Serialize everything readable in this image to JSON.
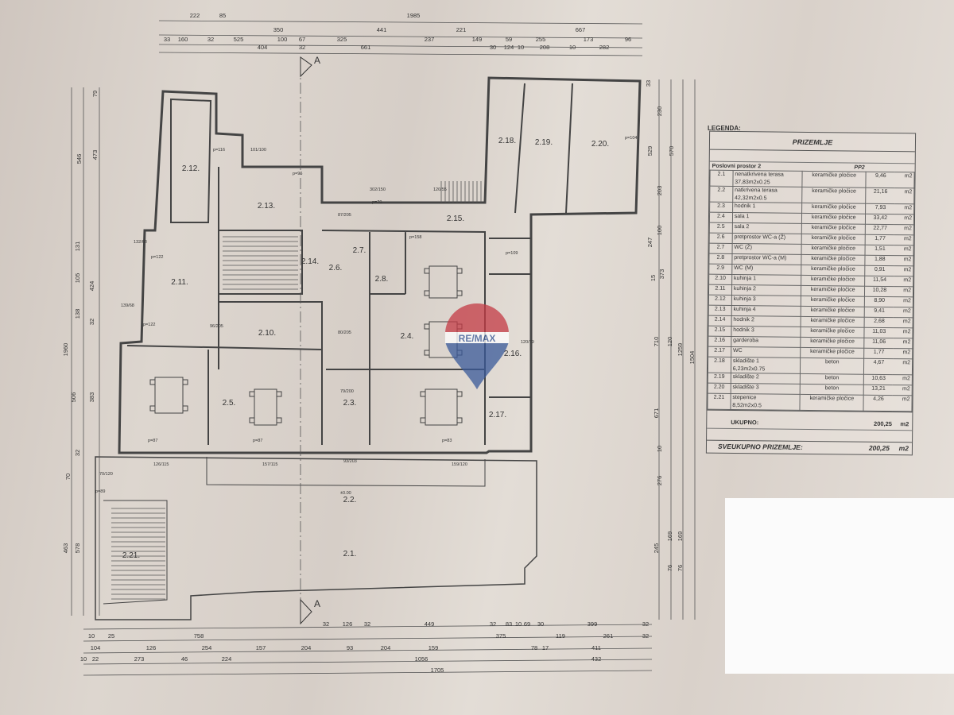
{
  "plan": {
    "section_label": "A",
    "watermark": "RE/MAX",
    "rooms": [
      "2.1.",
      "2.2.",
      "2.3.",
      "2.4.",
      "2.5.",
      "2.6.",
      "2.7.",
      "2.8.",
      "2.10.",
      "2.11.",
      "2.12.",
      "2.13.",
      "2.14.",
      "2.15.",
      "2.16.",
      "2.17.",
      "2.18.",
      "2.19.",
      "2.20.",
      "2.21."
    ],
    "dims_top": [
      [
        "222",
        "85",
        "1985"
      ],
      [
        "350",
        "441",
        "221",
        "667"
      ],
      [
        "33",
        "160",
        "32",
        "525",
        "100",
        "67",
        "325",
        "237",
        "149",
        "59",
        "255",
        "173",
        "96"
      ],
      [
        "404",
        "32",
        "661",
        "30",
        "124",
        "10",
        "208",
        "10",
        "282"
      ]
    ],
    "dims_bottom": [
      [
        "32",
        "126",
        "32",
        "449",
        "32",
        "83",
        "10",
        "69",
        "30",
        "399",
        "32"
      ],
      [
        "10",
        "25",
        "758",
        "375",
        "119",
        "261",
        "32"
      ],
      [
        "104",
        "126",
        "254",
        "157",
        "204",
        "93",
        "204",
        "159",
        "78",
        "17",
        "411"
      ],
      [
        "10",
        "22",
        "273",
        "46",
        "224",
        "1056",
        "432"
      ],
      [
        "1705"
      ]
    ],
    "dims_left": [
      "79",
      "546",
      "473",
      "131",
      "105",
      "424",
      "138",
      "32",
      "1960",
      "506",
      "383",
      "32",
      "70",
      "578",
      "463"
    ],
    "dims_right": [
      "33",
      "230",
      "529",
      "570",
      "203",
      "100",
      "247",
      "373",
      "15",
      "710",
      "120",
      "1259",
      "1504",
      "671",
      "10",
      "276",
      "245",
      "169",
      "169",
      "76",
      "76"
    ],
    "openings": [
      "p=116",
      "101/100",
      "p=96",
      "302/150",
      "87/205",
      "p=70",
      "120/55",
      "p=122",
      "132/68",
      "139/68",
      "p=122",
      "96/205",
      "80/205",
      "79/200",
      "p=158",
      "p=109",
      "120/79",
      "p=87",
      "p=87",
      "p=83",
      "126/115",
      "157/115",
      "93/203",
      "159/120",
      "70/120",
      "p=89",
      "±0.00",
      "p=104"
    ]
  },
  "legend": {
    "title": "LEGENDA:",
    "heading": "PRIZEMLJE",
    "group": "Poslovni prostor 2",
    "group_code": "PP2",
    "rows": [
      {
        "id": "2.1",
        "name": "nenatkrivena terasa",
        "note": "37,83m2x0.25",
        "material": "keramičke pločice",
        "area": "9,46",
        "unit": "m2"
      },
      {
        "id": "2.2",
        "name": "natkrivena terasa",
        "note": "42,32m2x0.5",
        "material": "keramičke pločice",
        "area": "21,16",
        "unit": "m2"
      },
      {
        "id": "2.3",
        "name": "hodnik 1",
        "material": "keramičke pločice",
        "area": "7,93",
        "unit": "m2"
      },
      {
        "id": "2.4",
        "name": "sala 1",
        "material": "keramičke pločice",
        "area": "33,42",
        "unit": "m2"
      },
      {
        "id": "2.5",
        "name": "sala 2",
        "material": "keramičke pločice",
        "area": "22,77",
        "unit": "m2"
      },
      {
        "id": "2.6",
        "name": "pretprostor WC-a (Ž)",
        "material": "keramičke pločice",
        "area": "1,77",
        "unit": "m2"
      },
      {
        "id": "2.7",
        "name": "WC (Ž)",
        "material": "keramičke pločice",
        "area": "1,51",
        "unit": "m2"
      },
      {
        "id": "2.8",
        "name": "pretprostor WC-a (M)",
        "material": "keramičke pločice",
        "area": "1,88",
        "unit": "m2"
      },
      {
        "id": "2.9",
        "name": "WC (M)",
        "material": "keramičke pločice",
        "area": "0,91",
        "unit": "m2"
      },
      {
        "id": "2.10",
        "name": "kuhinja 1",
        "material": "keramičke pločice",
        "area": "11,54",
        "unit": "m2"
      },
      {
        "id": "2.11",
        "name": "kuhinja 2",
        "material": "keramičke pločice",
        "area": "10,28",
        "unit": "m2"
      },
      {
        "id": "2.12",
        "name": "kuhinja 3",
        "material": "keramičke pločice",
        "area": "8,90",
        "unit": "m2"
      },
      {
        "id": "2.13",
        "name": "kuhinja 4",
        "material": "keramičke pločice",
        "area": "9,41",
        "unit": "m2"
      },
      {
        "id": "2.14",
        "name": "hodnik 2",
        "material": "keramičke pločice",
        "area": "2,68",
        "unit": "m2"
      },
      {
        "id": "2.15",
        "name": "hodnik 3",
        "material": "keramičke pločice",
        "area": "11,03",
        "unit": "m2"
      },
      {
        "id": "2.16",
        "name": "garderoba",
        "material": "keramičke pločice",
        "area": "11,06",
        "unit": "m2"
      },
      {
        "id": "2.17",
        "name": "WC",
        "material": "keramičke pločice",
        "area": "1,77",
        "unit": "m2"
      },
      {
        "id": "2.18",
        "name": "skladište 1",
        "note": "6,23m2x0.75",
        "material": "beton",
        "area": "4,67",
        "unit": "m2"
      },
      {
        "id": "2.19",
        "name": "skladište 2",
        "material": "beton",
        "area": "10,63",
        "unit": "m2"
      },
      {
        "id": "2.20",
        "name": "skladište 3",
        "material": "beton",
        "area": "13,21",
        "unit": "m2"
      },
      {
        "id": "2.21",
        "name": "stepenice",
        "note": "8,52m2x0.5",
        "material": "keramičke pločice",
        "area": "4,26",
        "unit": "m2"
      }
    ],
    "total_label": "UKUPNO:",
    "total_value": "200,25",
    "total_unit": "m2",
    "grand_label": "SVEUKUPNO PRIZEMLJE:",
    "grand_value": "200,25",
    "grand_unit": "m2"
  }
}
